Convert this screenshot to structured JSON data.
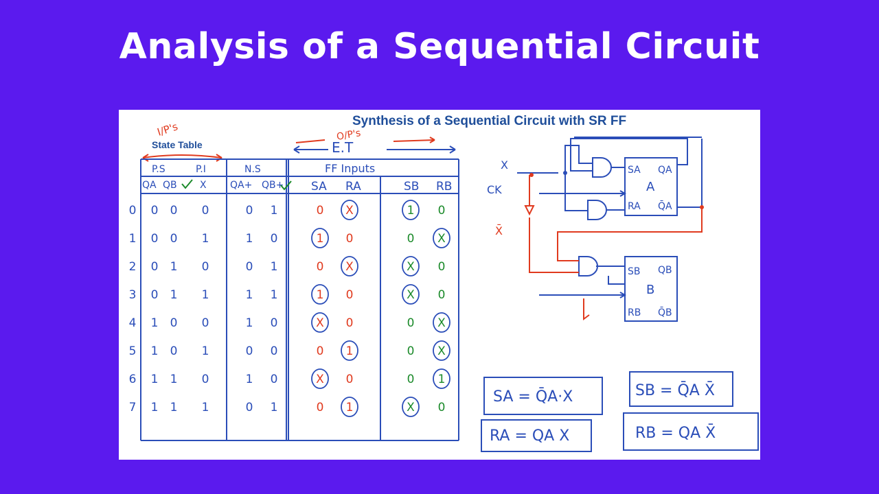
{
  "page": {
    "title": "Analysis of a Sequential Circuit"
  },
  "board": {
    "title": "Synthesis of a Sequential Circuit with SR FF",
    "state_table_label": "State Table",
    "ips_note": "I/P's",
    "ops_note": "O/P's",
    "et_label": "E.T",
    "headers": {
      "ps": "P.S",
      "pi": "P.I",
      "ns": "N.S",
      "ff_inputs": "FF Inputs",
      "qa": "QA",
      "qb": "QB",
      "x": "X",
      "qa_plus": "QA+",
      "qb_plus": "QB+",
      "sa": "SA",
      "ra": "RA",
      "sb": "SB",
      "rb": "RB"
    },
    "rows": [
      {
        "index": "0",
        "qa": "0",
        "qb": "0",
        "x": "0",
        "qa_next": "0",
        "qb_next": "1",
        "sa": "0",
        "ra": "X",
        "sb": "1",
        "rb": "0"
      },
      {
        "index": "1",
        "qa": "0",
        "qb": "0",
        "x": "1",
        "qa_next": "1",
        "qb_next": "0",
        "sa": "1",
        "ra": "0",
        "sb": "0",
        "rb": "X"
      },
      {
        "index": "2",
        "qa": "0",
        "qb": "1",
        "x": "0",
        "qa_next": "0",
        "qb_next": "1",
        "sa": "0",
        "ra": "X",
        "sb": "X",
        "rb": "0"
      },
      {
        "index": "3",
        "qa": "0",
        "qb": "1",
        "x": "1",
        "qa_next": "1",
        "qb_next": "1",
        "sa": "1",
        "ra": "0",
        "sb": "X",
        "rb": "0"
      },
      {
        "index": "4",
        "qa": "1",
        "qb": "0",
        "x": "0",
        "qa_next": "1",
        "qb_next": "0",
        "sa": "X",
        "ra": "0",
        "sb": "0",
        "rb": "X"
      },
      {
        "index": "5",
        "qa": "1",
        "qb": "0",
        "x": "1",
        "qa_next": "0",
        "qb_next": "0",
        "sa": "0",
        "ra": "1",
        "sb": "0",
        "rb": "X"
      },
      {
        "index": "6",
        "qa": "1",
        "qb": "1",
        "x": "0",
        "qa_next": "1",
        "qb_next": "0",
        "sa": "X",
        "ra": "0",
        "sb": "0",
        "rb": "1"
      },
      {
        "index": "7",
        "qa": "1",
        "qb": "1",
        "x": "1",
        "qa_next": "0",
        "qb_next": "1",
        "sa": "0",
        "ra": "1",
        "sb": "X",
        "rb": "0"
      }
    ],
    "circuit": {
      "input_x": "X",
      "input_ck": "CK",
      "input_xbar": "X̄",
      "ff_a": {
        "name": "A",
        "s": "SA",
        "r": "RA",
        "q": "QA",
        "qbar": "Q̄A"
      },
      "ff_b": {
        "name": "B",
        "s": "SB",
        "r": "RB",
        "q": "QB",
        "qbar": "Q̄B"
      }
    },
    "equations": {
      "sa": "SA = Q̄A·X",
      "sb": "SB = Q̄A X̄",
      "ra": "RA = QA X",
      "rb": "RB = QA X̄"
    },
    "colors": {
      "background": "#5b1aee",
      "ink_blue": "#2a4db8",
      "ink_red": "#e03a1e",
      "ink_green": "#1b8a2a",
      "title_blue": "#1f4e9a"
    }
  }
}
